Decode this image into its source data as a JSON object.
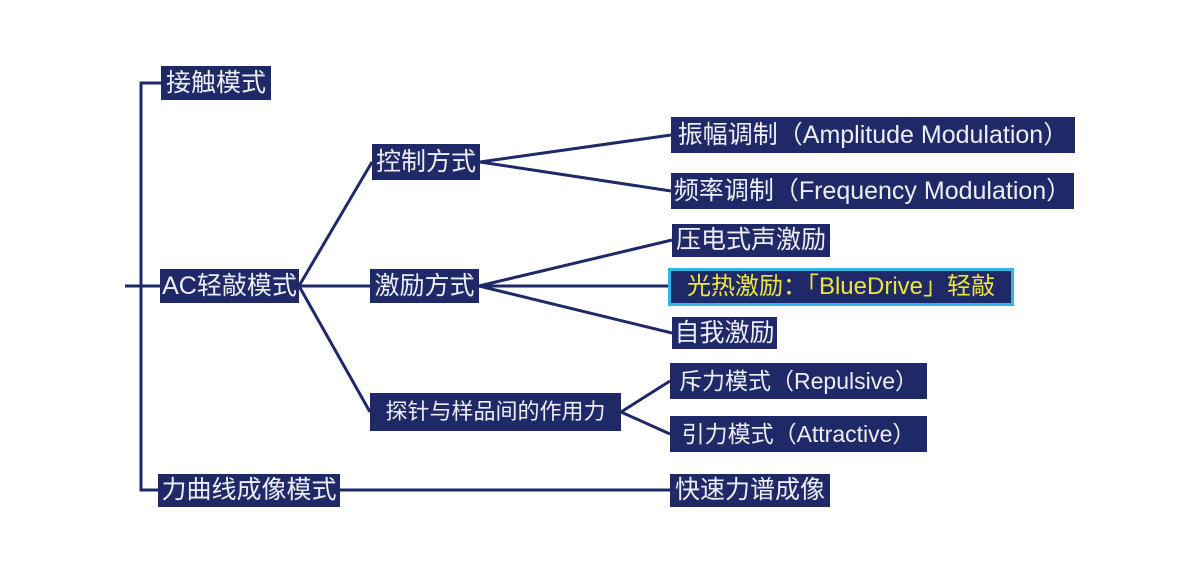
{
  "colors": {
    "background": "#ffffff",
    "box_fill": "#202968",
    "box_text": "#edeef5",
    "connector": "#202968",
    "highlight_border": "#33b5e6",
    "highlight_text": "#eee63c"
  },
  "nodes": {
    "contact_mode": {
      "label": "接触模式"
    },
    "ac_tapping_mode": {
      "label": "AC轻敲模式"
    },
    "force_curve_imaging_mode": {
      "label": "力曲线成像模式"
    },
    "control_method": {
      "label": "控制方式"
    },
    "excitation_method": {
      "label": "激励方式"
    },
    "tip_sample_interaction_force": {
      "label": "探针与样品间的作用力"
    },
    "amplitude_modulation": {
      "label": "振幅调制（Amplitude Modulation）"
    },
    "frequency_modulation": {
      "label": "频率调制（Frequency Modulation）"
    },
    "piezo_acoustic_excitation": {
      "label": "压电式声激励"
    },
    "photothermal_bluedrive": {
      "label": "光热激励：「BlueDrive」轻敲",
      "highlighted": true
    },
    "self_excitation": {
      "label": "自我激励"
    },
    "repulsive_mode": {
      "label": "斥力模式（Repulsive）"
    },
    "attractive_mode": {
      "label": "引力模式（Attractive）"
    },
    "fast_force_mapping": {
      "label": "快速力谱成像"
    }
  },
  "edges": [
    [
      "root",
      "contact_mode"
    ],
    [
      "root",
      "ac_tapping_mode"
    ],
    [
      "root",
      "force_curve_imaging_mode"
    ],
    [
      "ac_tapping_mode",
      "control_method"
    ],
    [
      "ac_tapping_mode",
      "excitation_method"
    ],
    [
      "ac_tapping_mode",
      "tip_sample_interaction_force"
    ],
    [
      "control_method",
      "amplitude_modulation"
    ],
    [
      "control_method",
      "frequency_modulation"
    ],
    [
      "excitation_method",
      "piezo_acoustic_excitation"
    ],
    [
      "excitation_method",
      "photothermal_bluedrive"
    ],
    [
      "excitation_method",
      "self_excitation"
    ],
    [
      "tip_sample_interaction_force",
      "repulsive_mode"
    ],
    [
      "tip_sample_interaction_force",
      "attractive_mode"
    ],
    [
      "force_curve_imaging_mode",
      "fast_force_mapping"
    ]
  ]
}
